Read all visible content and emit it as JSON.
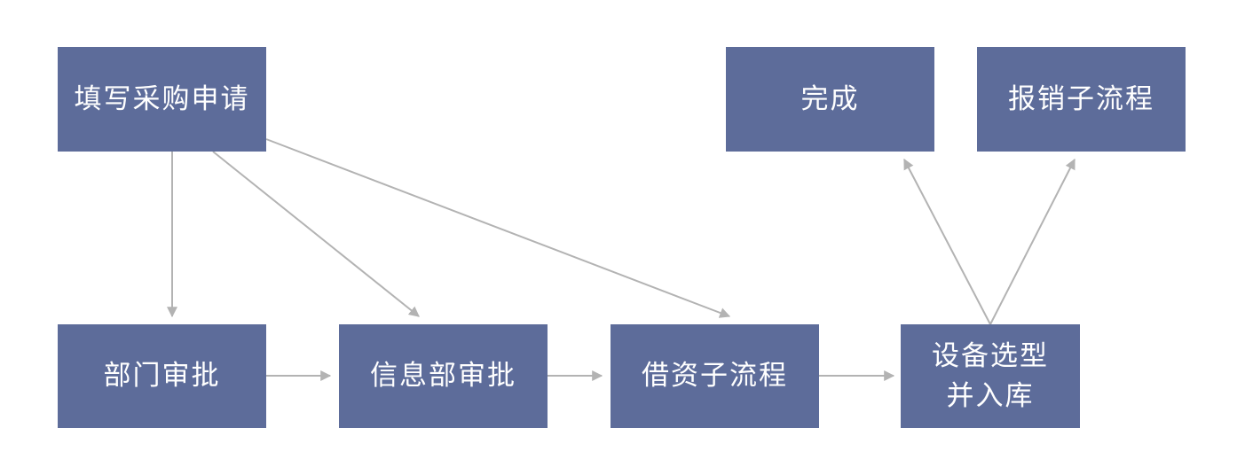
{
  "colors": {
    "node_fill": "#5d6c9a",
    "node_text": "#ffffff",
    "edge": "#b3b3b3"
  },
  "nodes": {
    "fill_request": "填写采购申请",
    "dept_approval": "部门审批",
    "info_dept_approval": "信息部审批",
    "borrow_subprocess": "借资子流程",
    "device_select_line1": "设备选型",
    "device_select_line2": "并入库",
    "done": "完成",
    "reimburse_subprocess": "报销子流程"
  }
}
